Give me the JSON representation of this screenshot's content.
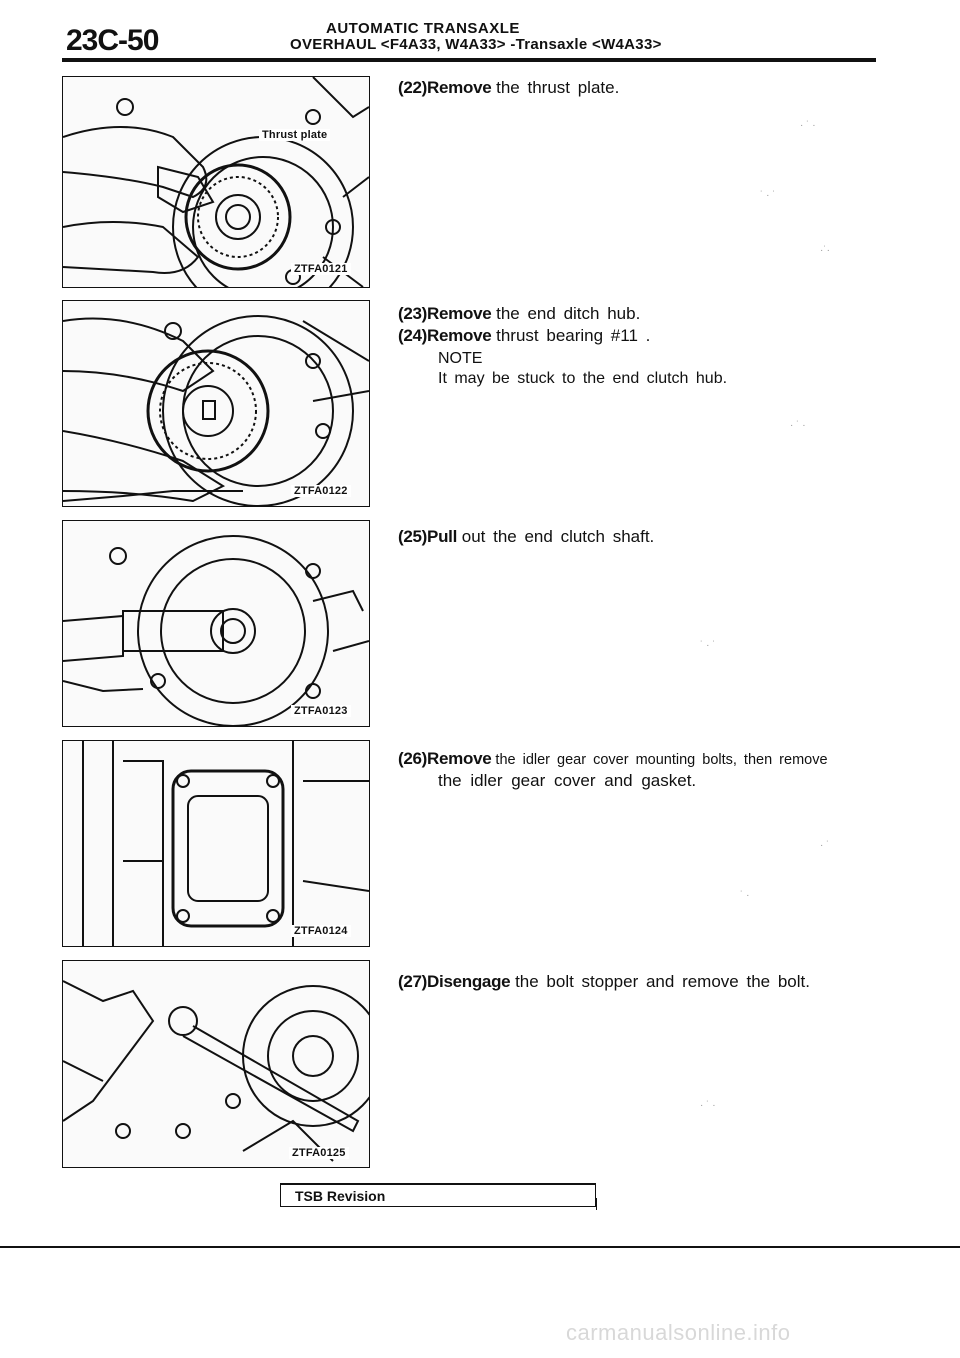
{
  "header": {
    "page_number": "23C-50",
    "line1": "AUTOMATIC  TRANSAXLE",
    "line2": "OVERHAUL <F4A33, W4A33> -Transaxle <W4A33>"
  },
  "figures": [
    {
      "code": "ZTFA0121",
      "callout": "Thrust plate"
    },
    {
      "code": "ZTFA0122"
    },
    {
      "code": "ZTFA0123"
    },
    {
      "code": "ZTFA0124"
    },
    {
      "code": "ZTFA0125"
    }
  ],
  "steps": [
    {
      "num": "(22)",
      "verb": "Remove",
      "text": "the thrust plate."
    },
    {
      "num": "(23)",
      "verb": "Remove",
      "text": "the end ditch hub."
    },
    {
      "num": "(24)",
      "verb": "Remove",
      "text": "thrust bearing #11 ."
    },
    {
      "num": "(25)",
      "verb": "Pull",
      "text": "out the end clutch shaft."
    },
    {
      "num": "(26)",
      "verb": "Remove",
      "text": "the idler gear cover mounting bolts, then remove",
      "continuation": "the idler gear cover and gasket."
    },
    {
      "num": "(27)",
      "verb": "Disengage",
      "text": "the bolt stopper and remove the bolt."
    }
  ],
  "note": {
    "heading": "NOTE",
    "text": "It may be stuck to the end clutch hub."
  },
  "footer": {
    "tsb": "TSB  Revision",
    "watermark": "carmanualsonline.info"
  }
}
